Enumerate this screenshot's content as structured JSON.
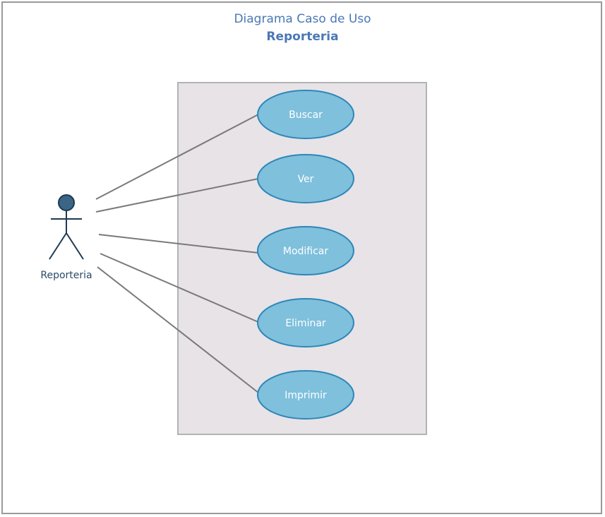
{
  "diagram": {
    "title": "Diagrama Caso de Uso",
    "subtitle": "Reporteria",
    "actor": {
      "label": "Reporteria"
    },
    "use_cases": [
      {
        "label": "Buscar"
      },
      {
        "label": "Ver"
      },
      {
        "label": "Modificar"
      },
      {
        "label": "Eliminar"
      },
      {
        "label": "Imprimir"
      }
    ],
    "colors": {
      "title": "#4a78b5",
      "system_fill": "#e7e3e7",
      "system_stroke": "#b3b3b3",
      "usecase_fill": "#7fc0dc",
      "usecase_stroke": "#2e86b8",
      "actor_head": "#3a6585",
      "actor_stroke": "#1d3a52",
      "association": "#7a7a7a"
    }
  }
}
